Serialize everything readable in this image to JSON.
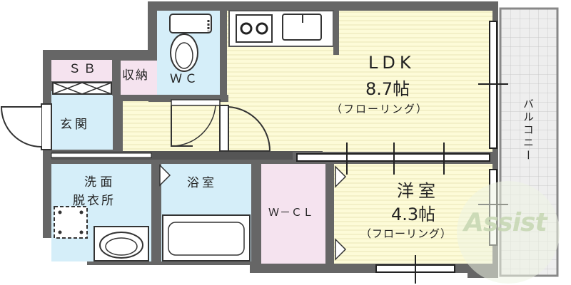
{
  "rooms": {
    "ldk": {
      "name": "LDK",
      "size": "8.7帖",
      "floor": "（フローリング）"
    },
    "western": {
      "name": "洋室",
      "size": "4.3帖",
      "floor": "（フローリング）"
    },
    "wc": "ＷＣ",
    "storage": "収納",
    "sb": "ＳＢ",
    "entrance": "玄関",
    "washroom_line1": "洗 面",
    "washroom_line2": "脱衣所",
    "bath": "浴室",
    "wcl": "Ｗ－ＣＬ",
    "balcony": "バルコニー"
  },
  "watermark": "Assist",
  "colors": {
    "wall": "#666666",
    "ldk_floor": "#fdfbd8",
    "wet_area": "#d5eef9",
    "closet": "#f5e3ef",
    "balcony": "#eeeeee",
    "grid": "#c9c9c9"
  }
}
